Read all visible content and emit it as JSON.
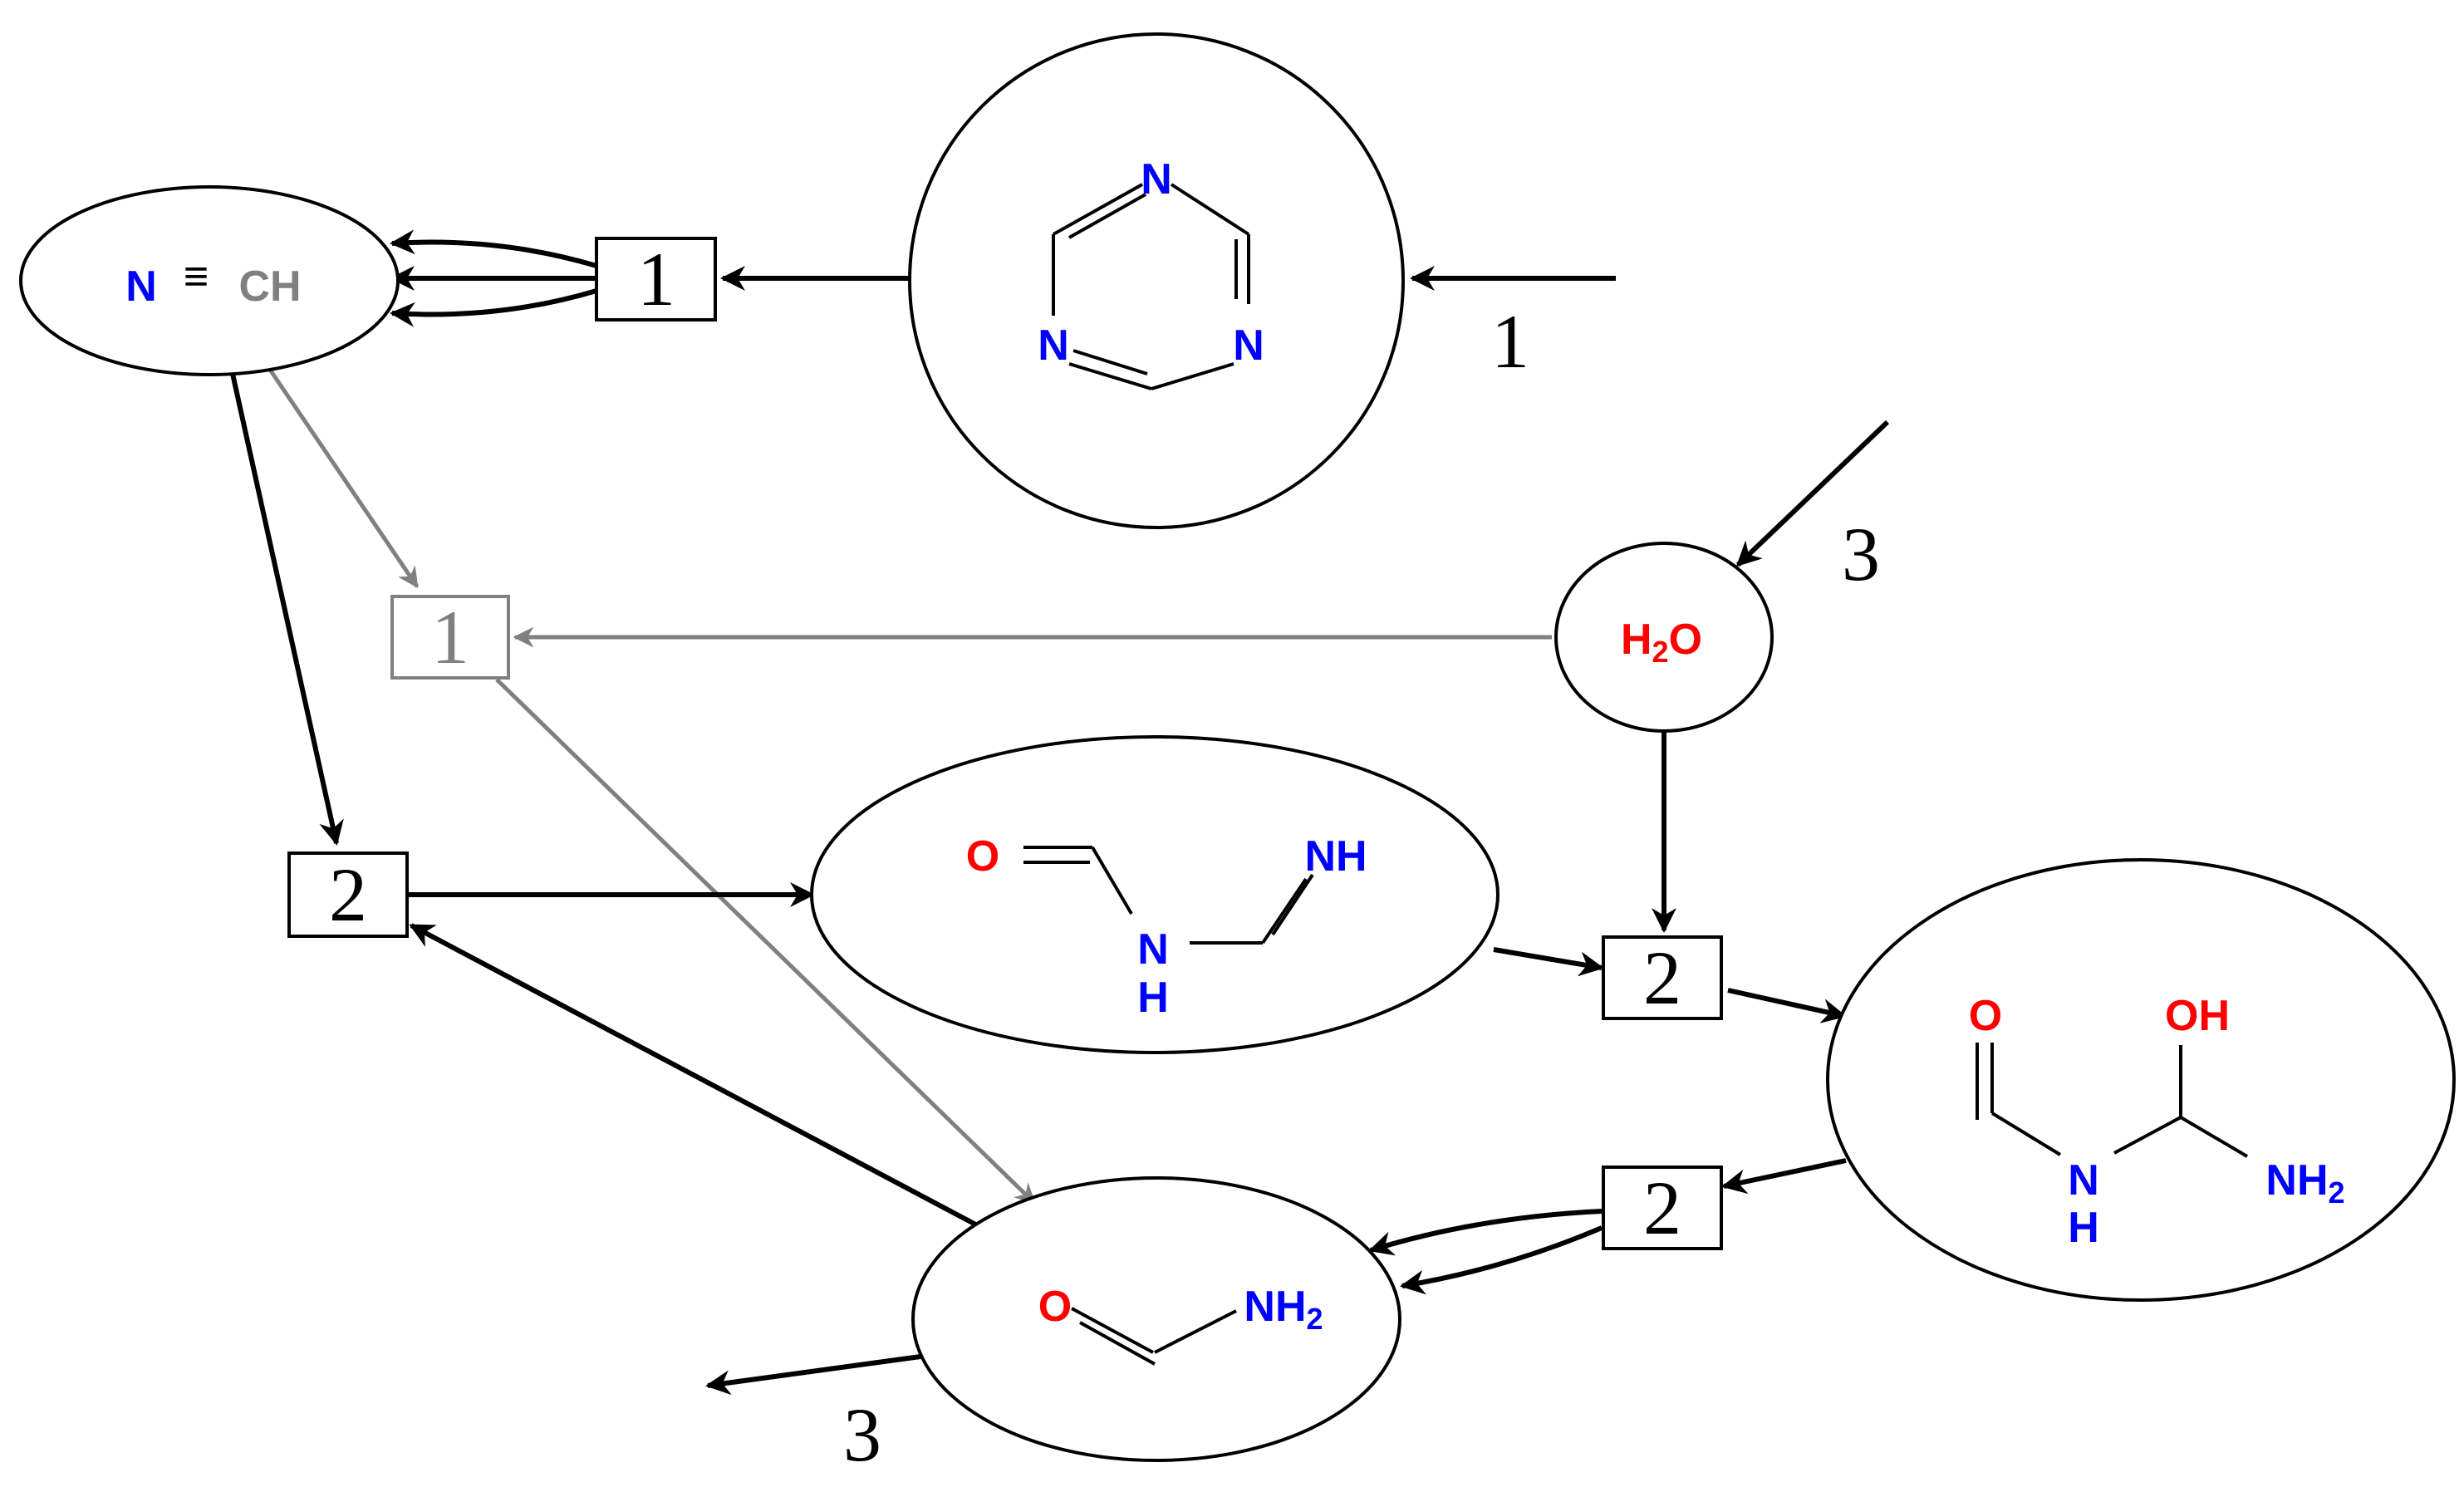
{
  "colors": {
    "nitrogen": "#0000ff",
    "oxygen": "#ff0000",
    "carbon_label": "#808080",
    "edge": "#000000",
    "edge_inactive": "#808080"
  },
  "species": {
    "hcn": {
      "n": "N",
      "triple_bond": "≡",
      "ch": "CH"
    },
    "triazine": {
      "n_top": "N",
      "n_left": "N",
      "n_right": "N"
    },
    "water": {
      "h": "H",
      "sub": "2",
      "o": "O"
    },
    "formamidine": {
      "o": "O",
      "nh_top": "NH",
      "n": "N",
      "h": "H"
    },
    "hydroxy": {
      "o": "O",
      "oh": "OH",
      "n": "N",
      "h": "H",
      "nh": "NH",
      "sub": "2"
    },
    "formamide": {
      "o": "O",
      "nh": "NH",
      "sub": "2"
    }
  },
  "reactions": {
    "r1": "1",
    "r1_inactive": "1",
    "r2_a": "2",
    "r2_b": "2",
    "r2_c": "2"
  },
  "edge_labels": {
    "triazine_in": "1",
    "water_in": "3",
    "formamide_out": "3"
  }
}
